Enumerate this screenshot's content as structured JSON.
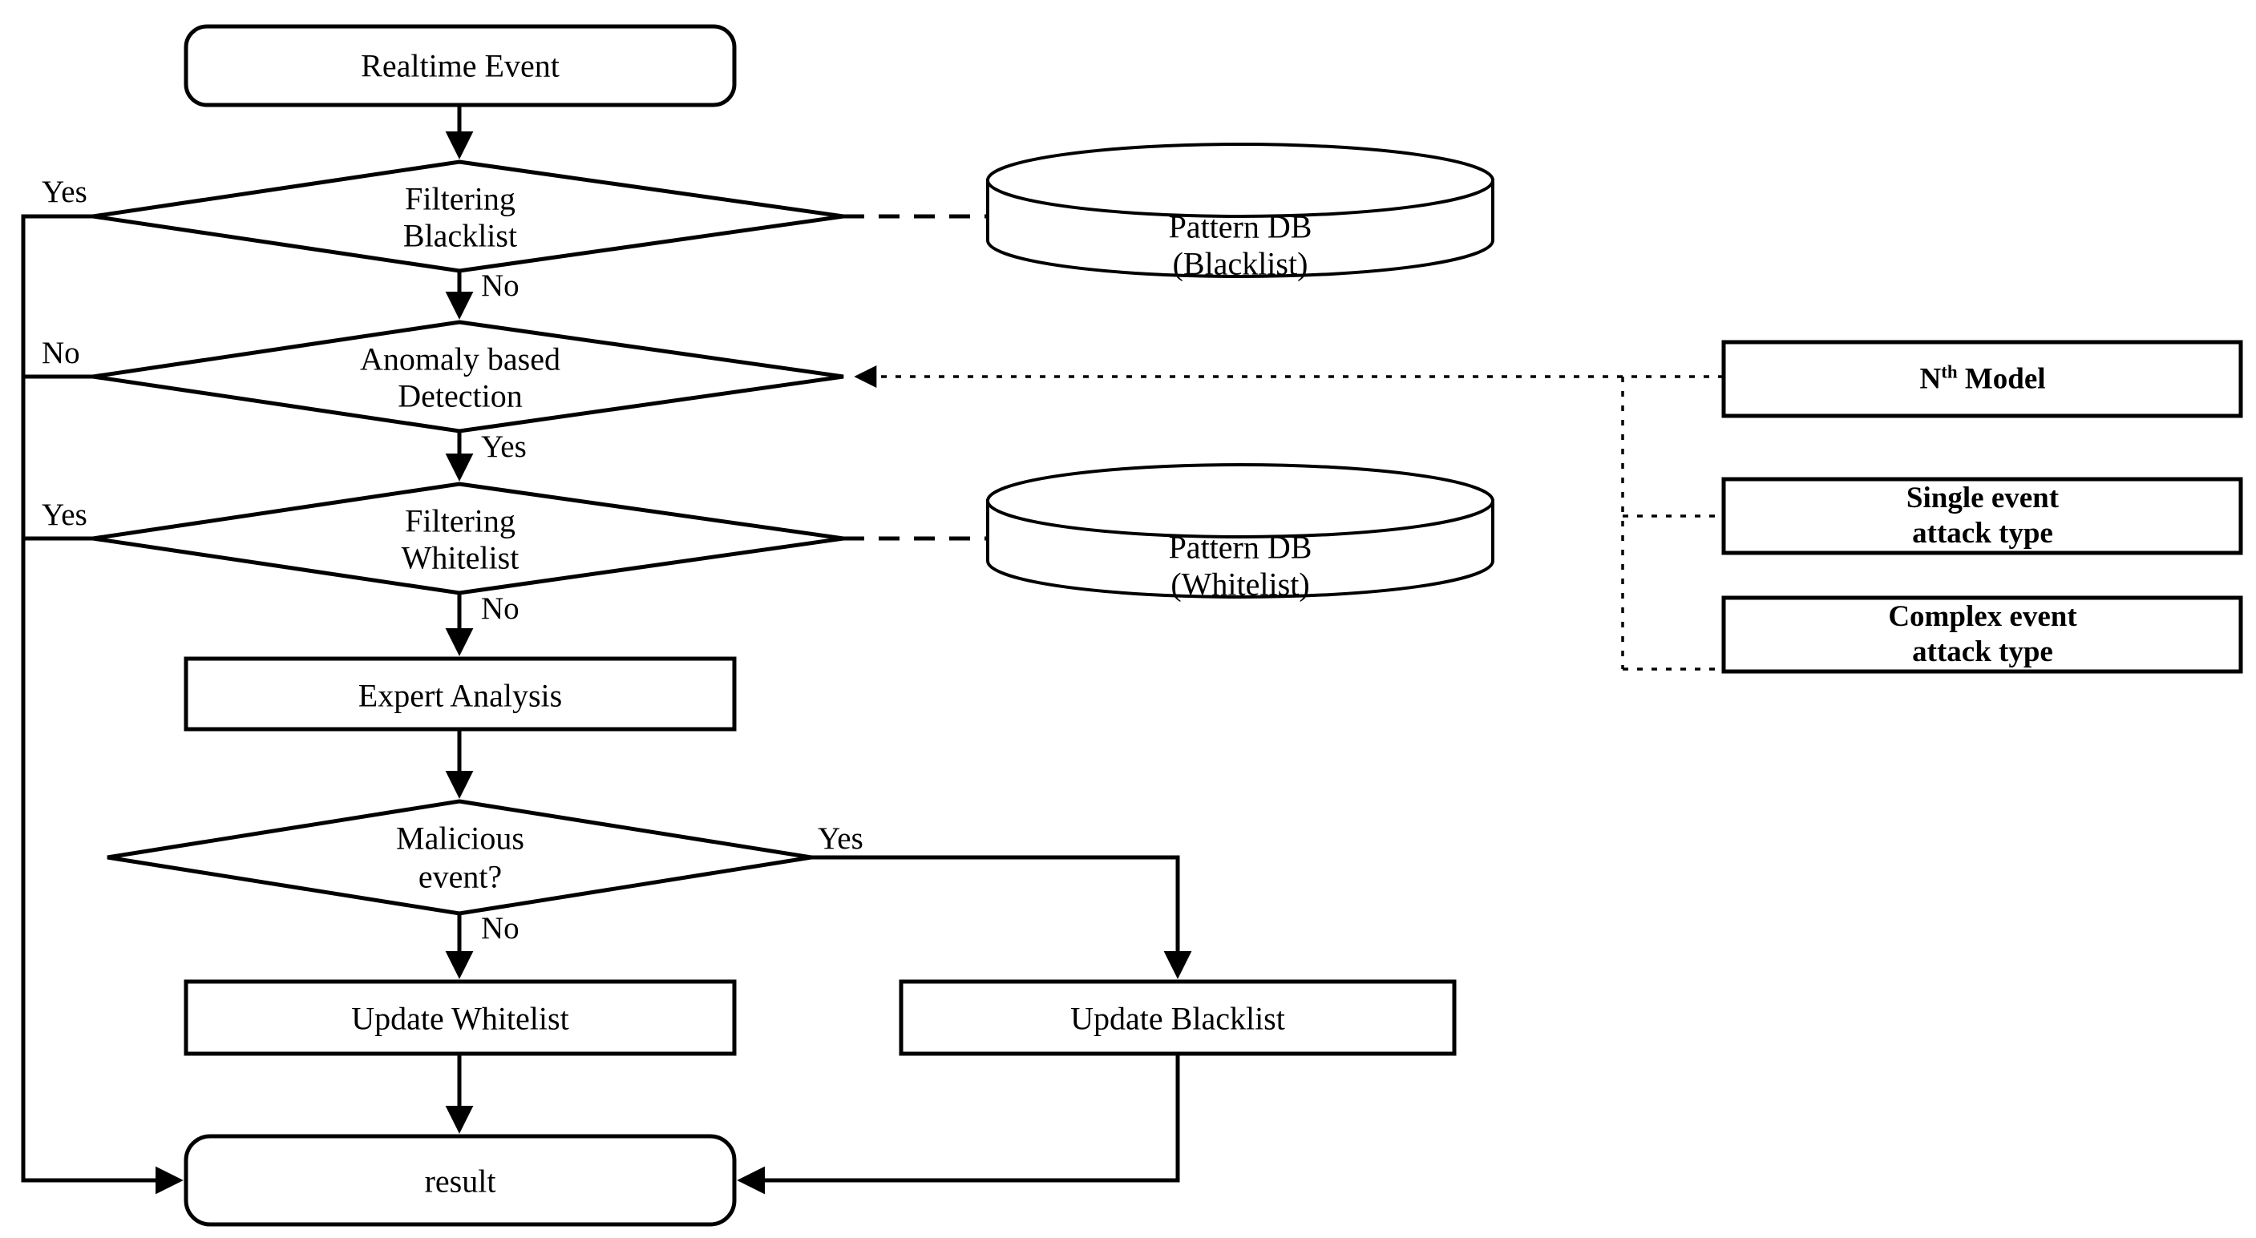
{
  "diagram": {
    "title": "Realtime event detection and filtering flowchart",
    "nodes": {
      "realtime_event": "Realtime Event",
      "filtering_blacklist_line1": "Filtering",
      "filtering_blacklist_line2": "Blacklist",
      "anomaly_detection_line1": "Anomaly based",
      "anomaly_detection_line2": "Detection",
      "filtering_whitelist_line1": "Filtering",
      "filtering_whitelist_line2": "Whitelist",
      "expert_analysis": "Expert Analysis",
      "malicious_event_line1": "Malicious",
      "malicious_event_line2": "event?",
      "update_whitelist": "Update Whitelist",
      "update_blacklist": "Update Blacklist",
      "result": "result",
      "pattern_db_blacklist_line1": "Pattern DB",
      "pattern_db_blacklist_line2": "(Blacklist)",
      "pattern_db_whitelist_line1": "Pattern DB",
      "pattern_db_whitelist_line2": "(Whitelist)",
      "nth_model_prefix": "N",
      "nth_model_sup": "th",
      "nth_model_suffix": " Model",
      "single_event_line1": "Single event",
      "single_event_line2": "attack type",
      "complex_event_line1": "Complex event",
      "complex_event_line2": "attack type"
    },
    "edge_labels": {
      "blacklist_yes": "Yes",
      "blacklist_no": "No",
      "anomaly_no": "No",
      "anomaly_yes": "Yes",
      "whitelist_yes": "Yes",
      "whitelist_no": "No",
      "malicious_yes": "Yes",
      "malicious_no": "No"
    },
    "colors": {
      "stroke": "#000000",
      "fill": "#ffffff",
      "background": "#ffffff"
    }
  }
}
